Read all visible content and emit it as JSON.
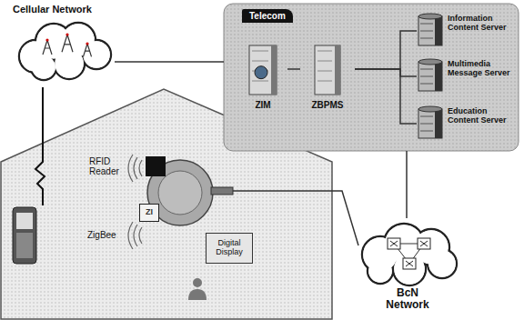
{
  "diagram": {
    "nodes": [
      {
        "text": [
          "Cellular Network"
        ]
      },
      {
        "text": [
          "Telecom"
        ]
      },
      {
        "text": [
          "ZIM"
        ],
        "in": 1
      },
      {
        "text": [
          "ZBPMS"
        ],
        "in": 1
      },
      {
        "text": [
          "Information Content Server"
        ],
        "in": 1
      },
      {
        "text": [
          "Multimedia Message Server"
        ],
        "in": 1
      },
      {
        "text": [
          "Education Content Server"
        ],
        "in": 1
      },
      {
        "text": [
          "ZI"
        ]
      },
      {
        "text": [
          "Digital Display"
        ]
      },
      {
        "text": [
          "BcN Network"
        ]
      }
    ],
    "edges": [
      {
        "from": 0,
        "to": 1,
        "arrow": "none"
      },
      {
        "from": 2,
        "to": 3,
        "arrow": "none"
      },
      {
        "from": 3,
        "to": 4,
        "arrow": "none"
      },
      {
        "from": 3,
        "to": 5,
        "arrow": "none"
      },
      {
        "from": 3,
        "to": 6,
        "arrow": "none"
      },
      {
        "from": 1,
        "to": 9,
        "arrow": "none"
      }
    ],
    "labels": [
      "RFID Reader",
      "ZigBee"
    ]
  }
}
